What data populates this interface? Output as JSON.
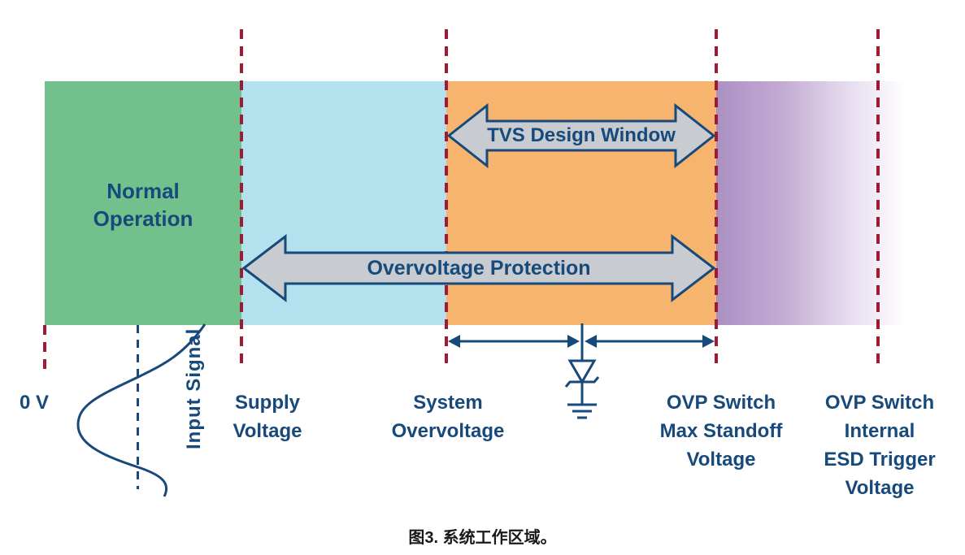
{
  "colors": {
    "region_normal_green": "#72c18c",
    "region_supply_blue": "#b3e1ed",
    "region_tvs_orange": "#f7b46e",
    "region_esd_purple_start": "#ab90c3",
    "region_esd_purple_end": "#ffffff",
    "boundary_dash_red": "#a01a33",
    "diagram_navy": "#17497b",
    "arrow_fill_gray": "#c8ccd0"
  },
  "regions": {
    "normal_operation_label": [
      "Normal",
      "Operation"
    ]
  },
  "arrows": {
    "tvs_design_window": "TVS Design Window",
    "overvoltage_protection": "Overvoltage Protection"
  },
  "axis_labels": {
    "zero_volt": "0 V",
    "supply_voltage": [
      "Supply",
      "Voltage"
    ],
    "system_overvoltage": [
      "System",
      "Overvoltage"
    ],
    "ovp_switch_max_standoff": [
      "OVP Switch",
      "Max Standoff",
      "Voltage"
    ],
    "ovp_switch_esd_trigger": [
      "OVP Switch",
      "Internal",
      "ESD Trigger",
      "Voltage"
    ]
  },
  "input_signal_label": "Input Signal",
  "caption": "图3. 系统工作区域。"
}
